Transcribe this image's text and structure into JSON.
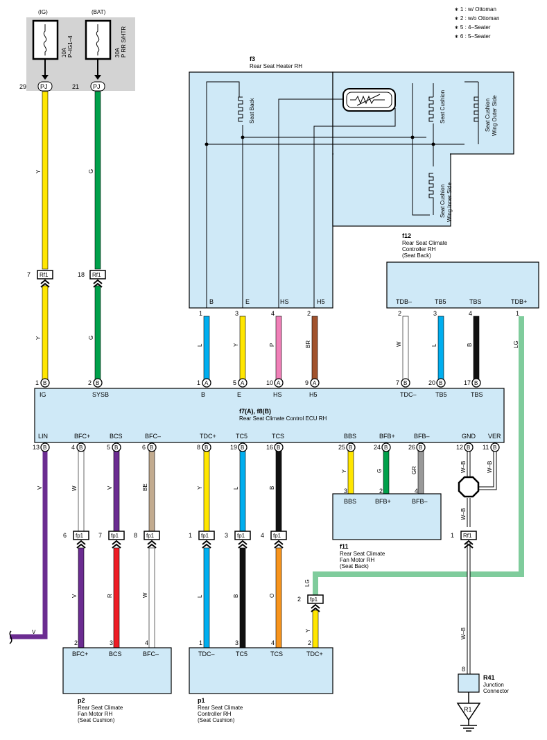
{
  "legend": {
    "items": [
      "∗ 1 : w/ Ottoman",
      "∗ 2 : w/o Ottoman",
      "∗ 5 : 4–Seater",
      "∗ 6 : 5–Seater"
    ]
  },
  "fuses": {
    "ig": {
      "label": "(IG)",
      "rating": "10A",
      "name": "P–IG1–4",
      "pin": "29",
      "conn": "PJ"
    },
    "bat": {
      "label": "(BAT)",
      "rating": "30A",
      "name": "P RR S/HTR",
      "pin": "21",
      "conn": "PJ"
    }
  },
  "inline": {
    "rf1_7": {
      "pin": "7",
      "conn": "Rf1"
    },
    "rf1_18": {
      "pin": "18",
      "conn": "Rf1"
    },
    "rf1_1": {
      "pin": "1",
      "conn": "Rf1"
    },
    "fp1_6": {
      "pin": "6",
      "conn": "fp1"
    },
    "fp1_7": {
      "pin": "7",
      "conn": "fp1"
    },
    "fp1_8": {
      "pin": "8",
      "conn": "fp1"
    },
    "fp1_1": {
      "pin": "1",
      "conn": "fp1"
    },
    "fp1_3": {
      "pin": "3",
      "conn": "fp1"
    },
    "fp1_4": {
      "pin": "4",
      "conn": "fp1"
    },
    "fp1_2": {
      "pin": "2",
      "conn": "fp1"
    }
  },
  "f3": {
    "code": "f3",
    "name": "Rear Seat Heater RH",
    "seat_back": "Seat Back",
    "seat_cushion": "Seat Cushion",
    "wing_outer_1": "Seat Cushion",
    "wing_outer_2": "Wing Outer Side",
    "wing_inner_1": "Seat Cushion",
    "wing_inner_2": "Wing Inner Side",
    "terminals": [
      "B",
      "E",
      "HS",
      "H5"
    ],
    "pins": [
      "1",
      "3",
      "4",
      "2"
    ]
  },
  "f12": {
    "code": "f12",
    "name_1": "Rear Seat Climate",
    "name_2": "Controller RH",
    "name_3": "(Seat Back)",
    "terminals": [
      "TDB–",
      "TB5",
      "TBS",
      "TDB+"
    ],
    "pins": [
      "2",
      "3",
      "4",
      "1"
    ]
  },
  "ecu": {
    "code": "f7(A), f8(B)",
    "name": "Rear Seat Climate Control ECU RH",
    "top_terminals": [
      "IG",
      "SYSB",
      "B",
      "E",
      "HS",
      "H5",
      "TDC–",
      "TB5",
      "TBS"
    ],
    "top_pins": [
      "1",
      "2",
      "1",
      "5",
      "10",
      "9",
      "7",
      "20",
      "17"
    ],
    "top_conn": [
      "B",
      "B",
      "A",
      "A",
      "A",
      "A",
      "B",
      "B",
      "B"
    ],
    "bottom_terminals": [
      "LIN",
      "BFC+",
      "BCS",
      "BFC–",
      "TDC+",
      "TC5",
      "TCS",
      "BBS",
      "BFB+",
      "BFB–",
      "GND",
      "VER"
    ],
    "bottom_pins": [
      "13",
      "4",
      "5",
      "6",
      "8",
      "19",
      "16",
      "25",
      "24",
      "26",
      "12",
      "11"
    ],
    "bottom_conn": [
      "B",
      "B",
      "B",
      "B",
      "B",
      "B",
      "B",
      "B",
      "B",
      "B",
      "B",
      "B"
    ]
  },
  "f11": {
    "code": "f11",
    "name_1": "Rear Seat Climate",
    "name_2": "Fan Motor RH",
    "name_3": "(Seat Back)",
    "terminals": [
      "BBS",
      "BFB+",
      "BFB–"
    ],
    "pins": [
      "3",
      "2",
      "4"
    ]
  },
  "p2": {
    "code": "p2",
    "name_1": "Rear Seat Climate",
    "name_2": "Fan Motor RH",
    "name_3": "(Seat Cushion)",
    "terminals": [
      "BFC+",
      "BCS",
      "BFC–"
    ],
    "pins": [
      "2",
      "3",
      "4"
    ]
  },
  "p1": {
    "code": "p1",
    "name_1": "Rear Seat Climate",
    "name_2": "Controller RH",
    "name_3": "(Seat Cushion)",
    "terminals": [
      "TDC–",
      "TC5",
      "TCS",
      "TDC+"
    ],
    "pins": [
      "1",
      "3",
      "4",
      "2"
    ]
  },
  "r41": {
    "code": "R41",
    "name_1": "Junction",
    "name_2": "Connector",
    "pin": "8",
    "ground": "R1"
  },
  "wire_labels": {
    "ig_y": "Y",
    "bat_g": "G",
    "f3_b": "L",
    "f3_e": "Y",
    "f3_hs": "P",
    "f3_h5": "BR",
    "f12_tdbm": "W",
    "f12_tb5": "L",
    "f12_tbs": "B",
    "f12_tdbp": "LG",
    "lin": "V",
    "bfcp": "W",
    "bcs": "V",
    "bfcm": "BE",
    "tdcp": "Y",
    "tc5": "L",
    "tcs": "B",
    "bbs": "Y",
    "bfbp": "G",
    "bfbm": "GR",
    "gnd": "W–B",
    "ver": "W–B",
    "gnd2": "W–B",
    "gnd3": "W–B",
    "p2_bfcp": "V",
    "p2_bcs": "R",
    "p2_bfcm": "W",
    "p1_tdcm": "L",
    "p1_tc5": "B",
    "p1_tcs": "O",
    "lg2": "LG",
    "p1_tdcp": "Y",
    "lin_end": "V"
  },
  "colors": {
    "Y": "#ffe600",
    "G": "#00a04a",
    "L": "#00aeef",
    "P": "#f080b8",
    "BR": "#a0522d",
    "B": "#111111",
    "LG": "#7fcc9c",
    "V": "#6b2c91",
    "R": "#ee1c25",
    "BE": "#c2ab8f",
    "GR": "#999999",
    "O": "#f7941d",
    "box": "#cfe9f7",
    "fusebg": "#d3d3d3"
  }
}
